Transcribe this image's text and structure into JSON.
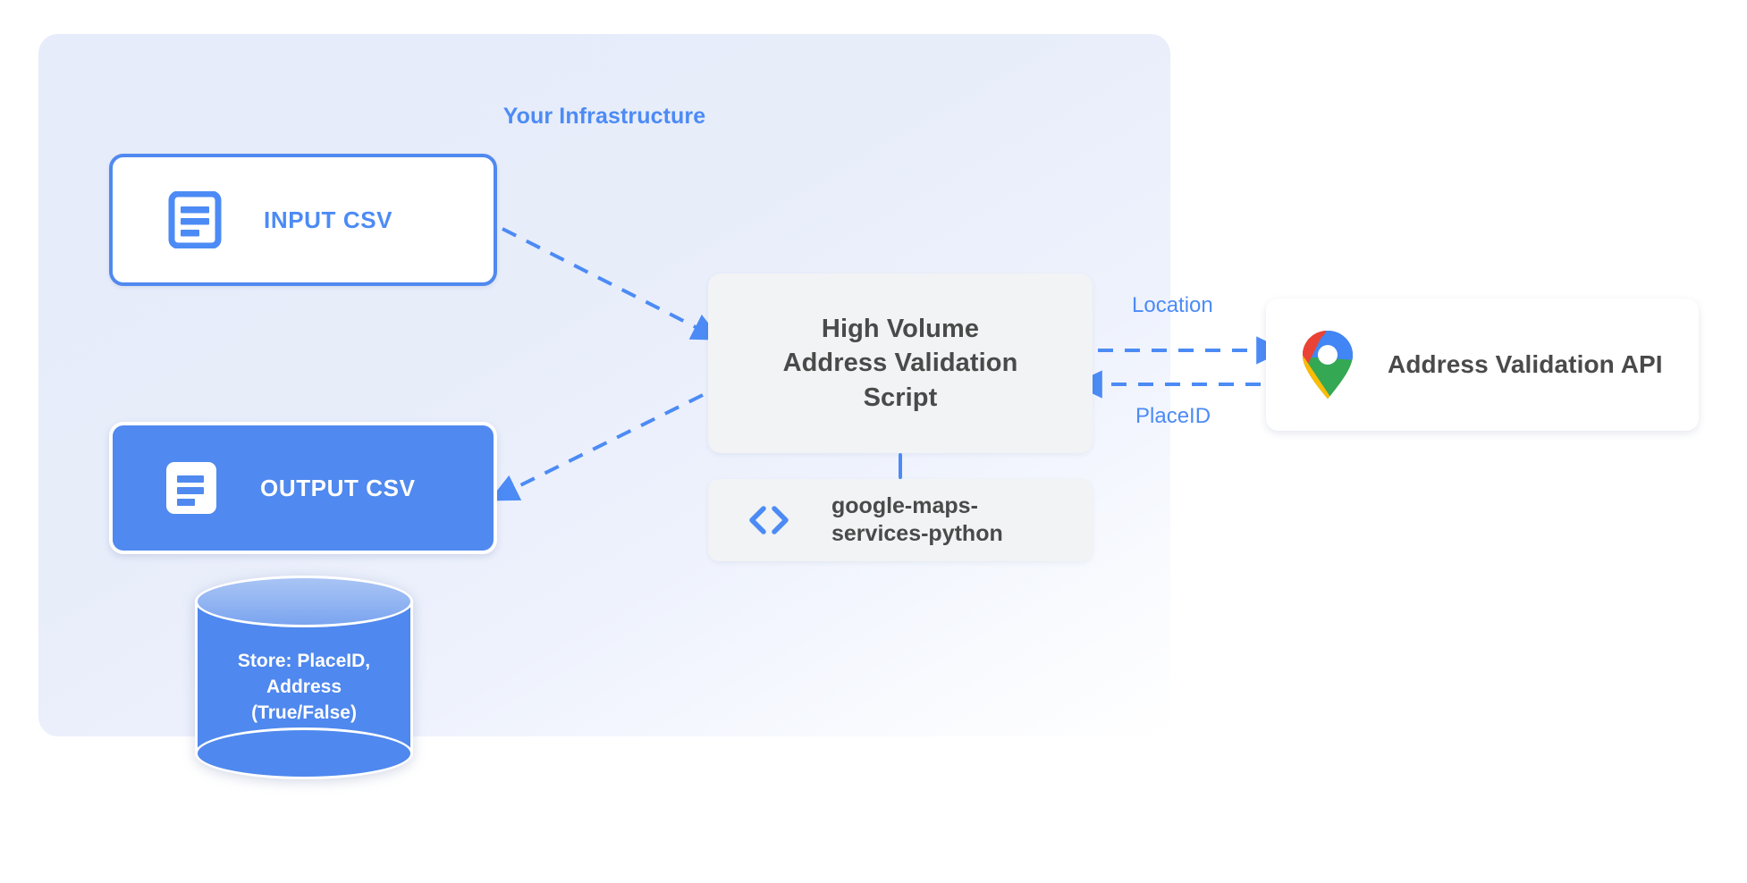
{
  "diagram": {
    "title": "Your Infrastructure",
    "accent_color": "#4c8bf5",
    "panel_color": "#e6ecfa",
    "neutral_box_color": "#f1f3f4",
    "text_color": "#4a4a4a"
  },
  "nodes": {
    "input_csv": {
      "label": "INPUT CSV",
      "icon": "document-icon",
      "style": "outlined",
      "border_color": "#5089ef",
      "text_color": "#4c8bf5"
    },
    "output_csv": {
      "label": "OUTPUT CSV",
      "icon": "document-icon",
      "style": "filled",
      "fill_color": "#5089ef",
      "text_color": "#ffffff"
    },
    "script": {
      "line1": "High Volume",
      "line2": "Address Validation",
      "line3": "Script",
      "fill_color": "#f1f3f4"
    },
    "library": {
      "line1": "google-maps-",
      "line2": "services-python",
      "icon": "code-icon",
      "icon_color": "#4c8bf5",
      "fill_color": "#f1f3f4"
    },
    "api": {
      "label": "Address Validation API",
      "icon": "google-maps-pin-icon",
      "fill_color": "#ffffff"
    },
    "database": {
      "line1": "Store: PlaceID,",
      "line2": "Address",
      "line3": "(True/False)",
      "fill_color": "#4f88ee",
      "top_color": "#a9c4f4",
      "text_color": "#ffffff"
    }
  },
  "edges": {
    "location_label": "Location",
    "placeid_label": "PlaceID",
    "arrow_color": "#4c8bf5",
    "list": [
      {
        "from": "input_csv",
        "to": "script",
        "style": "dashed",
        "label": ""
      },
      {
        "from": "script",
        "to": "output_csv",
        "style": "dashed",
        "label": ""
      },
      {
        "from": "script",
        "to": "api",
        "style": "dashed",
        "label": "Location"
      },
      {
        "from": "api",
        "to": "script",
        "style": "dashed",
        "label": "PlaceID"
      },
      {
        "from": "script",
        "to": "library",
        "style": "solid",
        "label": ""
      }
    ]
  },
  "icons": {
    "document": "document-icon",
    "code": "code-icon",
    "map_pin": "google-maps-pin-icon",
    "pin_colors": {
      "blue": "#4285F4",
      "red": "#EA4335",
      "yellow": "#FBBC04",
      "green": "#34A853"
    }
  }
}
